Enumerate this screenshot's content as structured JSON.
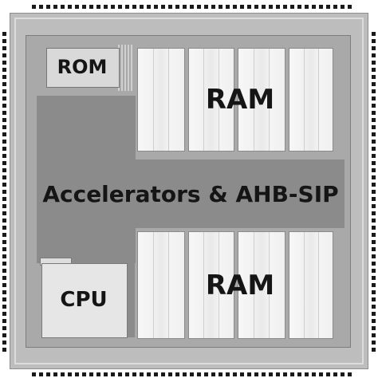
{
  "labels": {
    "rom": "ROM",
    "cpu": "CPU",
    "accelerators": "Accelerators & AHB-SIP",
    "ram_top": "RAM",
    "ram_bottom": "RAM"
  },
  "colors": {
    "die_background": "#bdbdbd",
    "core_background": "#a9a9a9",
    "accelerator_block": "#8b8b8b",
    "ram_block": "#f2f2f2",
    "rom_block": "#d9d9d9",
    "cpu_block": "#e6e6e6",
    "io_pad": "#1a1a1a"
  }
}
